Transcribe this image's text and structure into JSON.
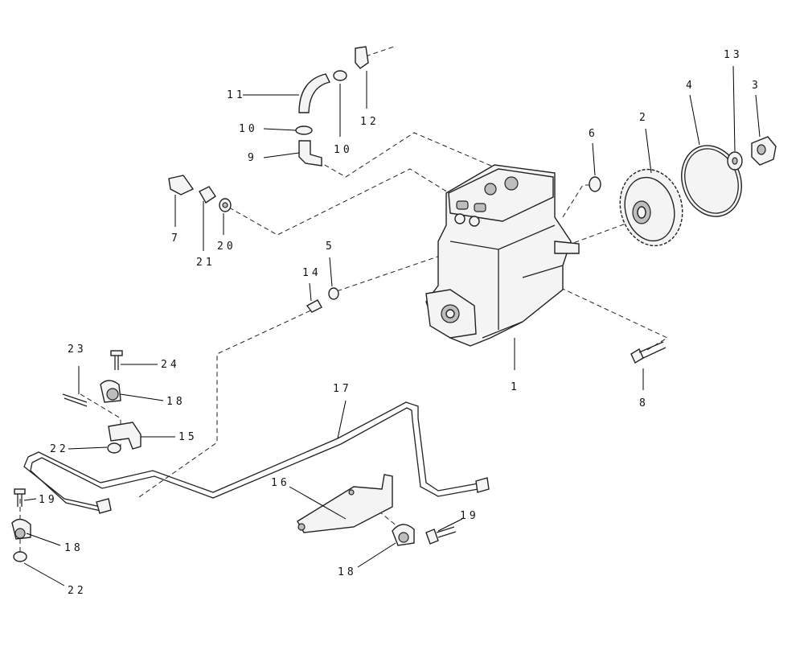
{
  "callouts": {
    "c1": "1",
    "c2": "2",
    "c3": "3",
    "c4": "4",
    "c5": "5",
    "c6": "6",
    "c7": "7",
    "c8": "8",
    "c9": "9",
    "c10a": "10",
    "c10b": "10",
    "c11": "11",
    "c12": "12",
    "c13": "13",
    "c14": "14",
    "c15": "15",
    "c16": "16",
    "c17": "17",
    "c18a": "18",
    "c18b": "18",
    "c18c": "18",
    "c19a": "19",
    "c19b": "19",
    "c20": "20",
    "c21": "21",
    "c22a": "22",
    "c22b": "22",
    "c23": "23",
    "c24": "24"
  }
}
